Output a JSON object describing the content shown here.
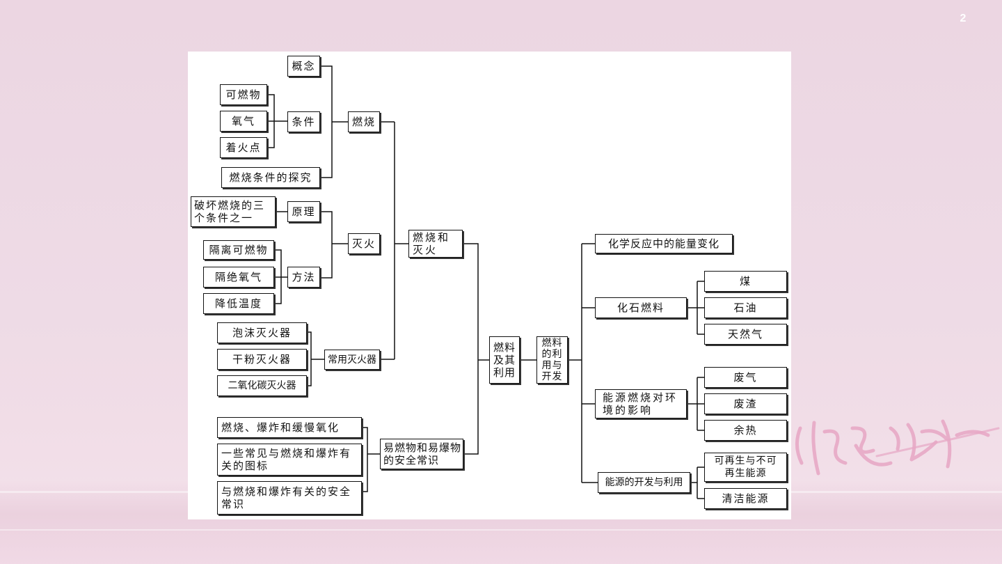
{
  "slide": {
    "page_number": "2"
  },
  "mindmap": {
    "root": "燃料及其利用",
    "branch_1": {
      "label": "燃烧和灭火",
      "burning": {
        "label": "燃烧",
        "concept": "概念",
        "conditions": {
          "label": "条件",
          "items": [
            "可燃物",
            "氧气",
            "着火点"
          ]
        },
        "exploration": "燃烧条件的探究"
      },
      "extinguish": {
        "label": "灭火",
        "principle": {
          "label": "原理",
          "detail": "破坏燃烧的三个条件之一"
        },
        "methods": {
          "label": "方法",
          "items": [
            "隔离可燃物",
            "隔绝氧气",
            "降低温度"
          ]
        }
      },
      "extinguishers": {
        "label": "常用灭火器",
        "items": [
          "泡沫灭火器",
          "干粉灭火器",
          "二氧化碳灭火器"
        ]
      }
    },
    "branch_2": {
      "label": "易燃物和易爆物的安全常识",
      "items": [
        "燃烧、爆炸和缓慢氧化",
        "一些常见与燃烧和爆炸有关的图标",
        "与燃烧和爆炸有关的安全常识"
      ]
    },
    "branch_3": {
      "label": "燃料的利用与开发",
      "energy_change": "化学反应中的能量变化",
      "fossil": {
        "label": "化石燃料",
        "items": [
          "煤",
          "石油",
          "天然气"
        ]
      },
      "environment": {
        "label": "能源燃烧对环境的影响",
        "items": [
          "废气",
          "废渣",
          "余热"
        ]
      },
      "development": {
        "label": "能源的开发与利用",
        "items": [
          "可再生与不可再生能源",
          "清洁能源"
        ]
      }
    }
  }
}
